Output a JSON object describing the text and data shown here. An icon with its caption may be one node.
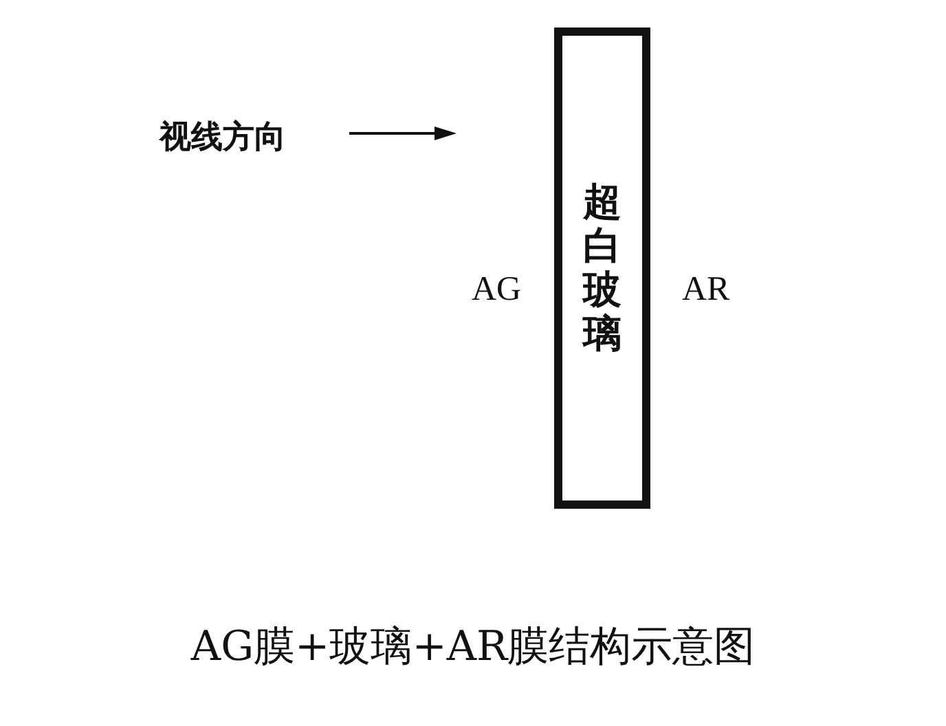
{
  "diagram": {
    "caption": "AG膜+玻璃+AR膜结构示意图",
    "nodes": [
      {
        "text": [
          "超白玻璃"
        ]
      }
    ],
    "labels": [
      "视线方向",
      "AG",
      "AR"
    ]
  }
}
